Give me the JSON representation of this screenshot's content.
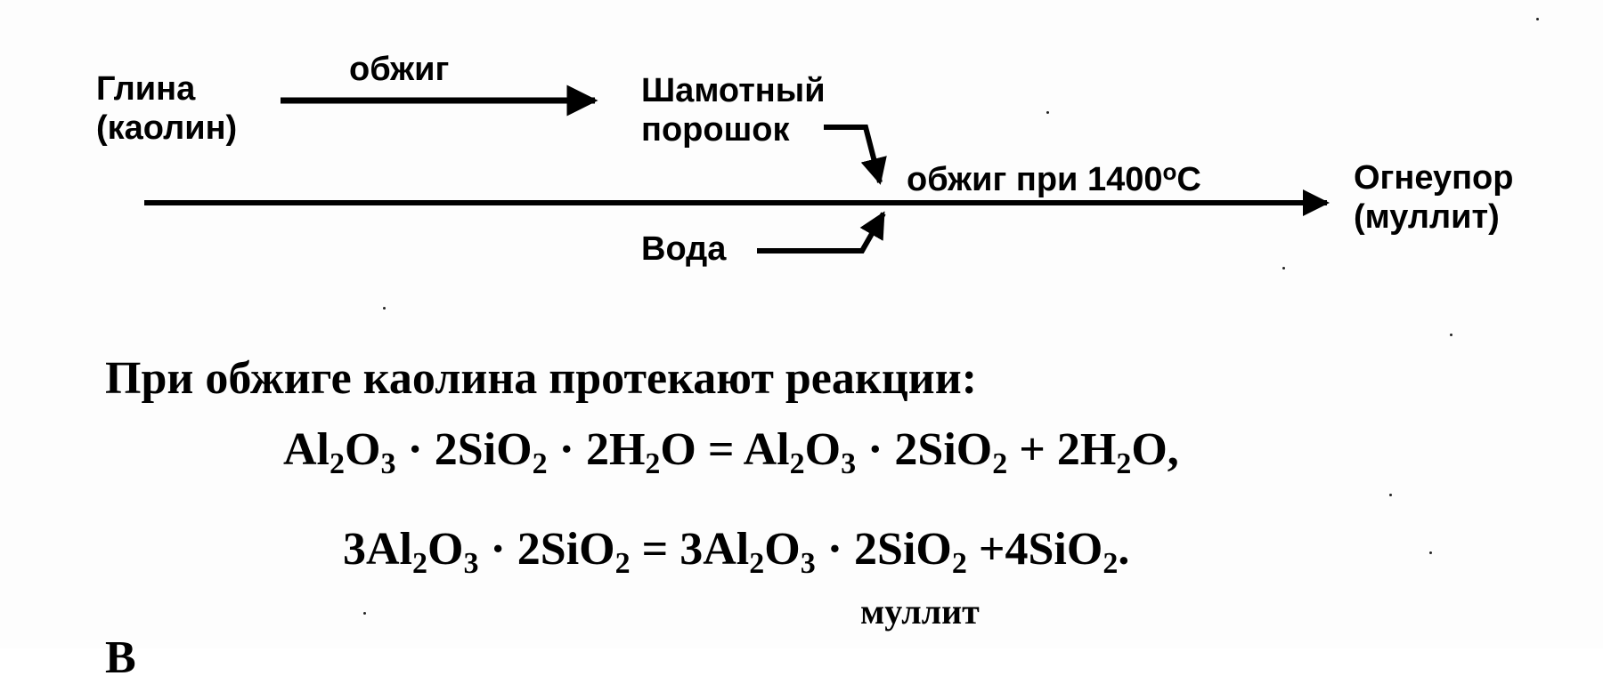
{
  "diagram": {
    "clay_line1": "Глина",
    "clay_line2": "(каолин)",
    "firing_label": "обжиг",
    "chamotte_line1": "Шамотный",
    "chamotte_line2": "порошок",
    "main_firing_label": "обжиг при 1400",
    "degree_sign": "о",
    "celsius_letter": "С",
    "water_label": "Вода",
    "result_line1": "Огнеупор",
    "result_line2": "(муллит)"
  },
  "text": {
    "heading": "При обжиге каолина протекают реакции:",
    "equation1": {
      "p1": "Al",
      "s1": "2",
      "p2": "O",
      "s2": "3",
      "p3": " · 2SiO",
      "s3": "2",
      "p4": " · 2H",
      "s4": "2",
      "p5": "O = Al",
      "s5": "2",
      "p6": "O",
      "s6": "3",
      "p7": " · 2SiO",
      "s7": "2",
      "p8": " + 2H",
      "s8": "2",
      "p9": "O,"
    },
    "equation2": {
      "p1": "3Al",
      "s1": "2",
      "p2": "O",
      "s2": "3",
      "p3": " · 2SiO",
      "s3": "2",
      "p4": " = 3Al",
      "s4": "2",
      "p5": "O",
      "s5": "3",
      "p6": " · 2SiO",
      "s6": "2",
      "p7": " +4SiO",
      "s7": "2",
      "p8": "."
    },
    "mullite_caption": "муллит",
    "cutoff_letter": "В"
  }
}
